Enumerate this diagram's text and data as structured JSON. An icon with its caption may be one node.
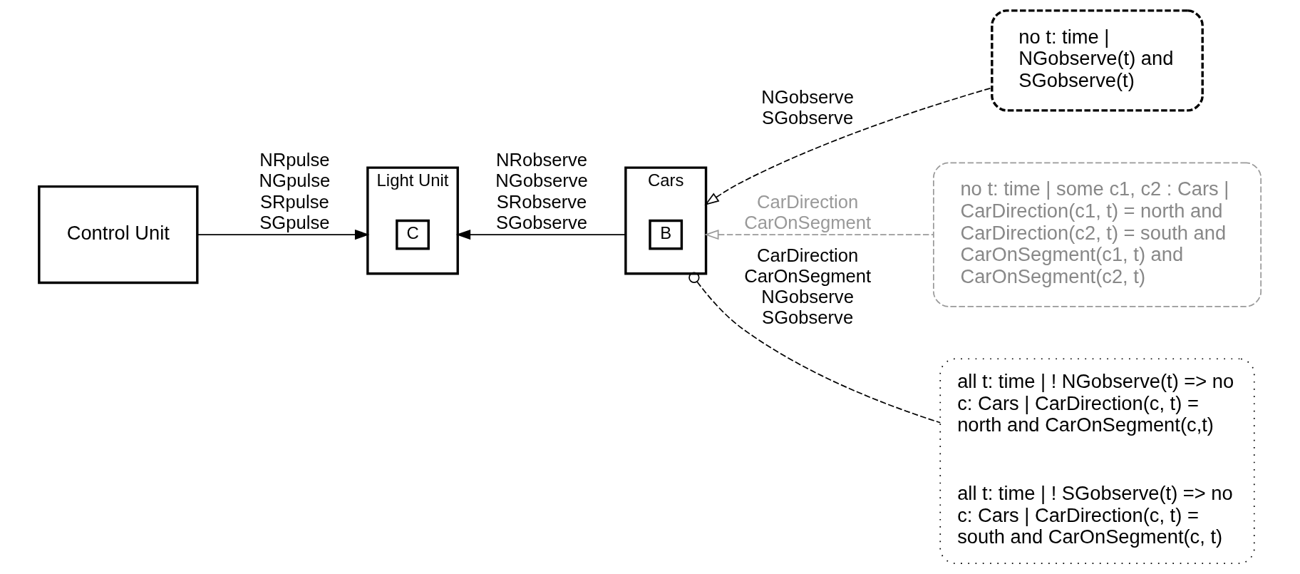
{
  "diagram": {
    "nodes": [
      {
        "text": [
          "Control Unit"
        ]
      },
      {
        "text": [
          "Light Unit"
        ]
      },
      {
        "text": [
          "C"
        ],
        "in": 1
      },
      {
        "text": [
          "Cars"
        ]
      },
      {
        "text": [
          "B"
        ],
        "in": 3
      },
      {
        "text": [
          "no t: time | NGobserve(t) and SGobserve(t)"
        ]
      },
      {
        "text": [
          "no t: time | some c1, c2 : Cars | CarDirection(c1, t) = north and CarDirection(c2, t) = south and CarOnSegment(c1, t) and CarOnSegment(c2, t)"
        ]
      },
      {
        "text": [
          "all t: time | ! NGobserve(t) => no c: Cars | CarDirection(c, t) = north and CarOnSegment(c,t)",
          "all t: time | ! SGobserve(t) => no c: Cars | CarDirection(c, t) = south and CarOnSegment(c, t)"
        ]
      }
    ],
    "edges": [
      {
        "from": 0,
        "to": 1,
        "arrow": "to",
        "label": "NRpulse NGpulse SRpulse SGpulse"
      },
      {
        "from": 3,
        "to": 1,
        "arrow": "to",
        "label": "NRobserve NGobserve SRobserve SGobserve"
      },
      {
        "from": 5,
        "to": 3,
        "arrow": "to",
        "style": "dashed",
        "label": "NGobserve SGobserve"
      },
      {
        "from": 6,
        "to": 3,
        "arrow": "to",
        "style": "dashed",
        "color": "#999999",
        "label": "CarDirection CarOnSegment"
      },
      {
        "from": 7,
        "to": 3,
        "arrow": "other",
        "style": "dashed",
        "label": "CarDirection CarOnSegment NGobserve SGobserve"
      }
    ]
  }
}
